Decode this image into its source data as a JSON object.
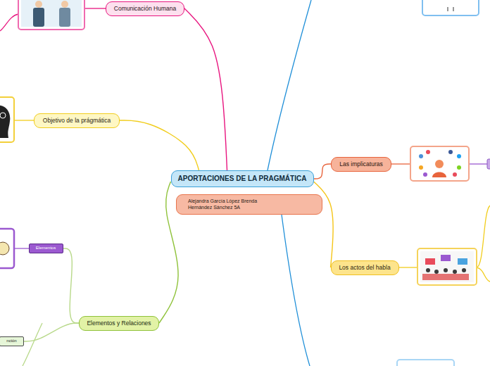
{
  "diagram": {
    "nodes": [
      {
        "text": [
          "APORTACIONES DE LA PRAGMÁTICA"
        ]
      },
      {
        "text": [
          "Alejandra García López Brenda Hernández Sánchez 5A"
        ]
      },
      {
        "text": [
          "Comunicación Humana"
        ]
      },
      {
        "text": [
          "Objetivo de la prágmática"
        ]
      },
      {
        "text": [
          "Las implicaturas"
        ]
      },
      {
        "text": [
          "Los actos del habla"
        ]
      },
      {
        "text": [
          "Elementos y Relaciones"
        ]
      },
      {
        "text": [
          "Elementos"
        ]
      },
      {
        "text": [
          "nción"
        ]
      }
    ],
    "edges": [
      {
        "from": 0,
        "to": 2,
        "arrow": "none"
      },
      {
        "from": 0,
        "to": 3,
        "arrow": "none"
      },
      {
        "from": 0,
        "to": 4,
        "arrow": "none"
      },
      {
        "from": 0,
        "to": 5,
        "arrow": "none"
      },
      {
        "from": 0,
        "to": 6,
        "arrow": "none"
      },
      {
        "from": 6,
        "to": 7,
        "arrow": "none"
      },
      {
        "from": 6,
        "to": 8,
        "arrow": "none"
      }
    ]
  }
}
